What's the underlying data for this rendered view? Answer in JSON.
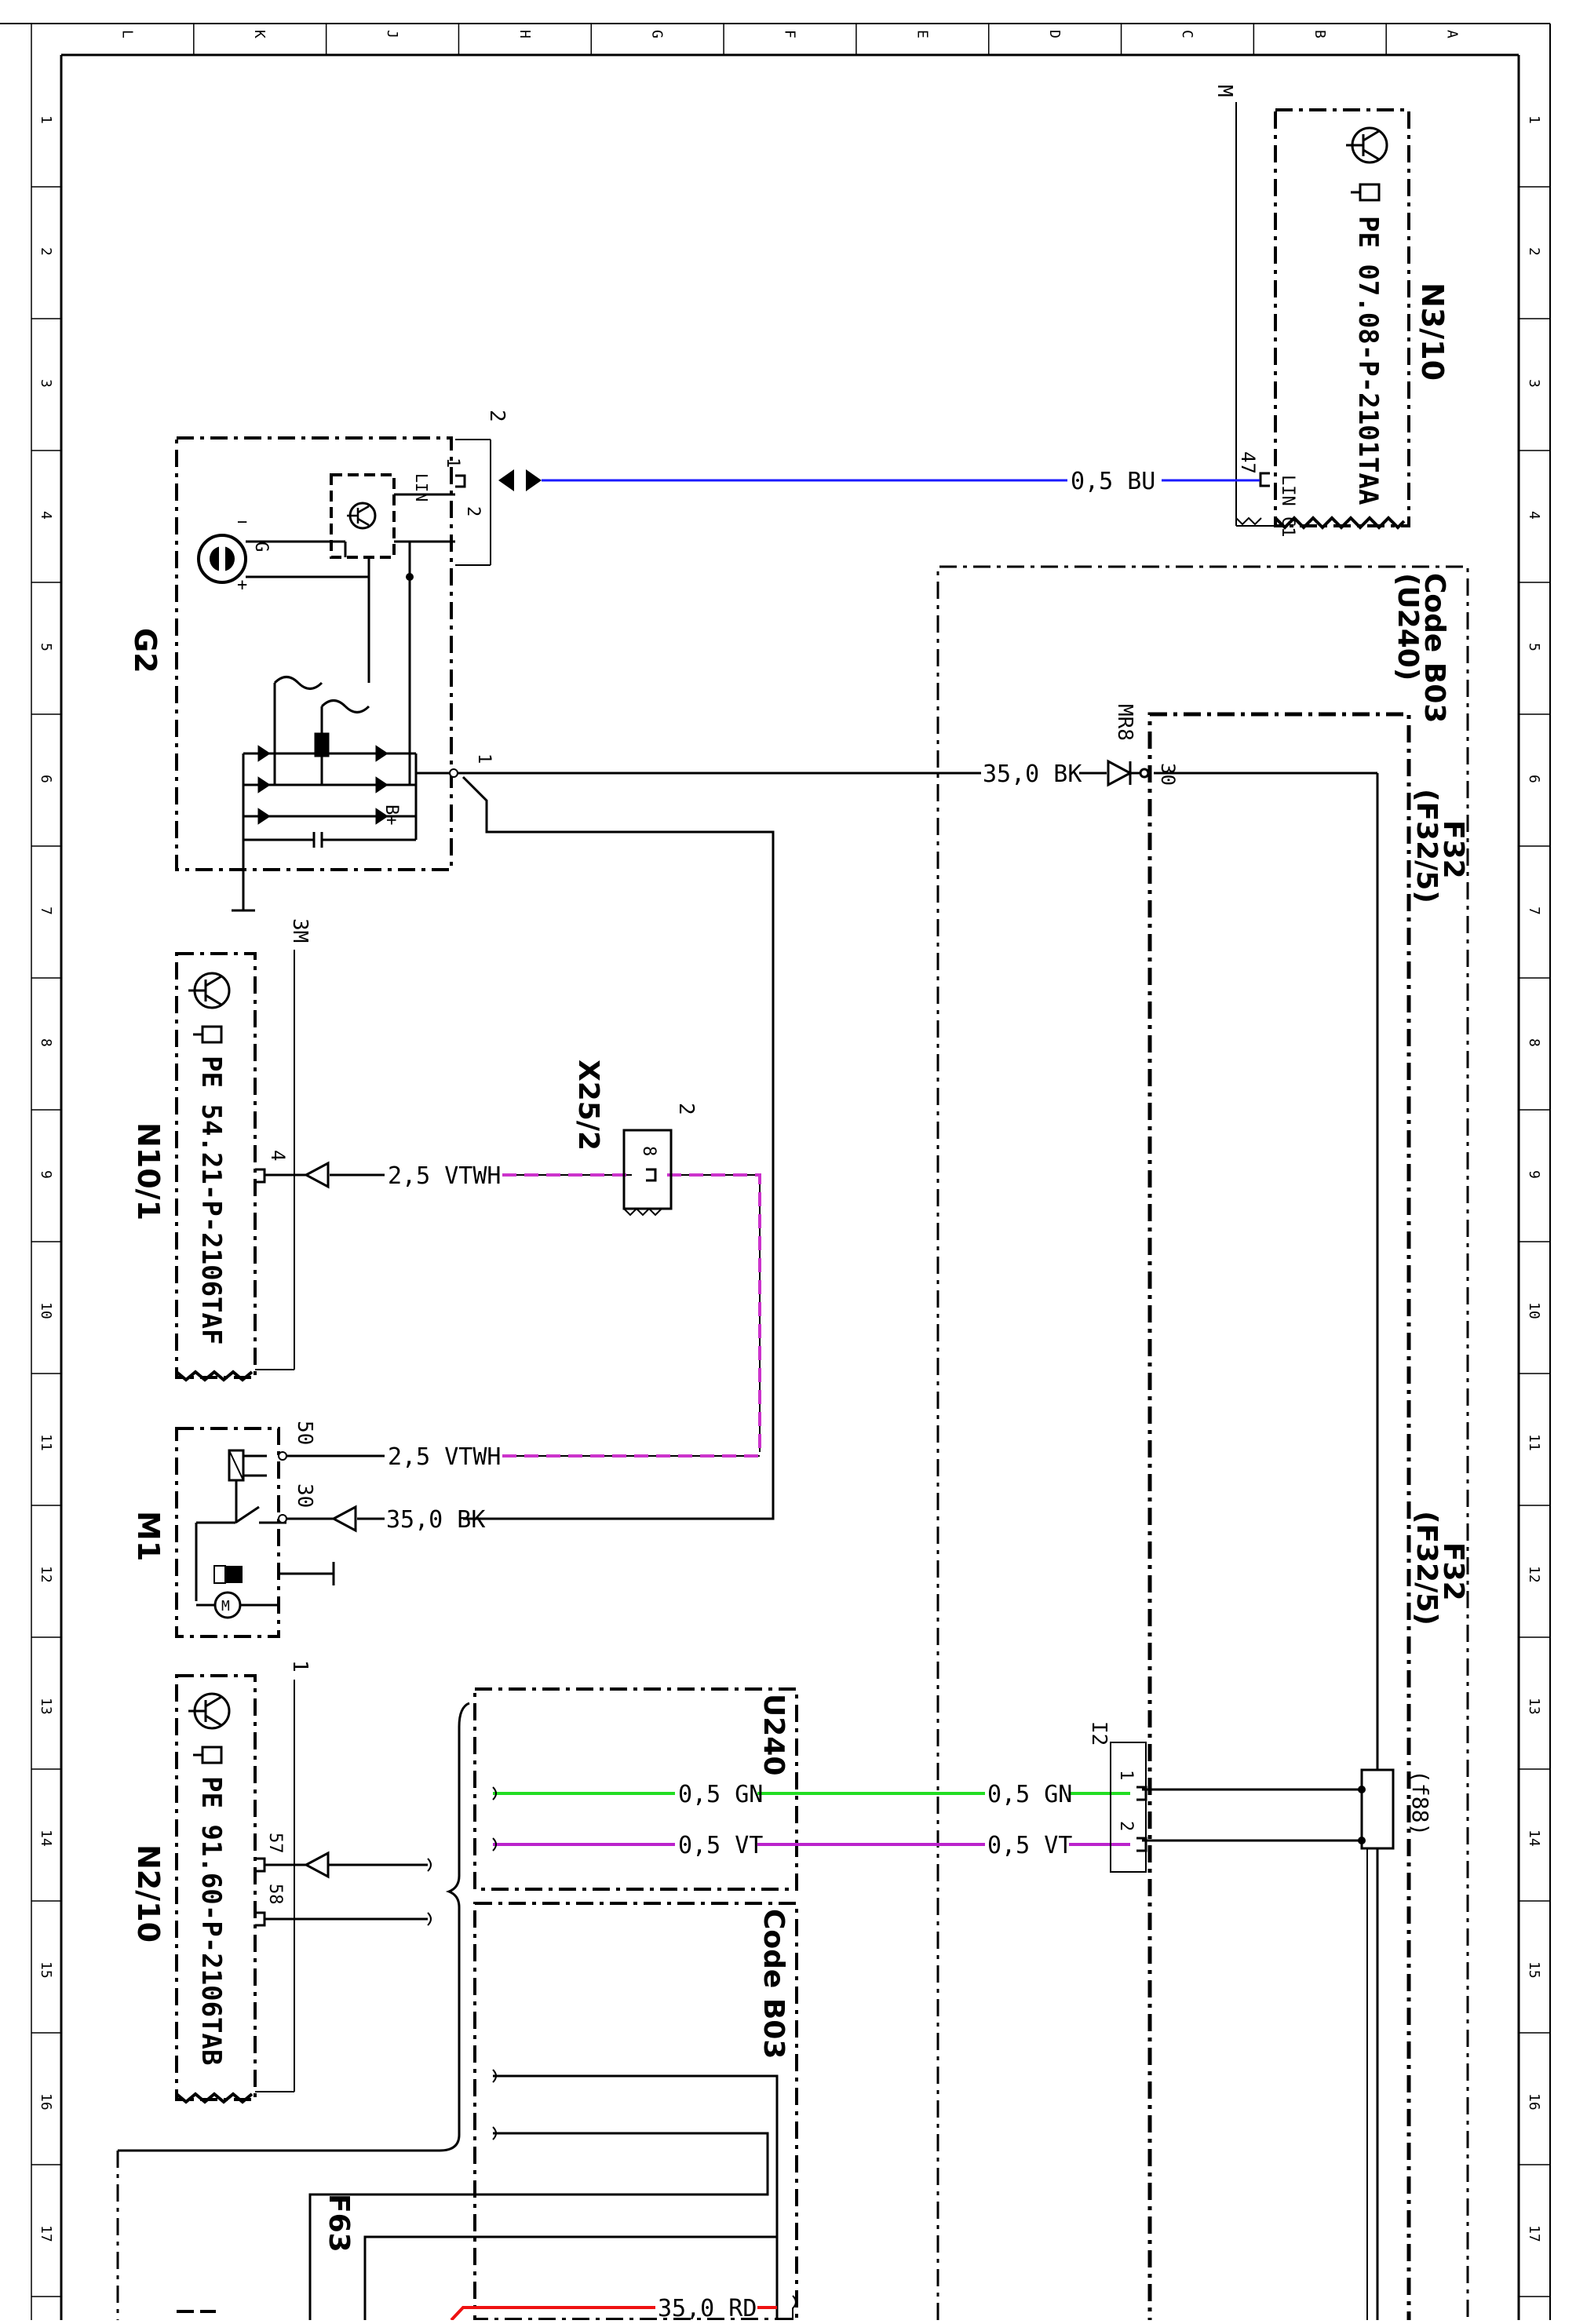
{
  "frame": {
    "columns": [
      "L",
      "K",
      "J",
      "H",
      "G",
      "F",
      "E",
      "D",
      "C",
      "B",
      "A"
    ],
    "rows": [
      "1",
      "2",
      "3",
      "4",
      "5",
      "6",
      "7",
      "8",
      "9",
      "10",
      "11",
      "12",
      "13",
      "14",
      "15",
      "16",
      "17"
    ]
  },
  "components": {
    "n3_10": {
      "name": "N3/10",
      "ref": "PE 07.08-P-2101TAA",
      "ground": "M",
      "pin": "47",
      "pin_label": "LIN C1"
    },
    "code_b03_top": {
      "name": "Code B03",
      "sub": "(U240)"
    },
    "g2": {
      "name": "G2",
      "pin_top": "2",
      "lin": "LIN",
      "pin1": "1",
      "pin2": "2",
      "pin_main": "1",
      "g_label": "G",
      "minus": "−",
      "plus": "+",
      "bplus": "B+"
    },
    "f32_a": {
      "name": "F32",
      "sub": "(F32/5)",
      "pin": "30",
      "conn": "MR8"
    },
    "f32_b": {
      "name": "F32",
      "sub": "(F32/5)",
      "fuse": "(f88)"
    },
    "n10_1": {
      "name": "N10/1",
      "ref": "PE 54.21-P-2106TAF",
      "ground": "3M",
      "pin": "4"
    },
    "x25_2": {
      "name": "X25/2",
      "pin_top": "2",
      "pin": "8"
    },
    "m1": {
      "name": "M1",
      "pin50": "50",
      "pin30": "30"
    },
    "n2_10": {
      "name": "N2/10",
      "ref": "PE 91.60-P-2106TAB",
      "ground": "1",
      "pin57": "57",
      "pin58": "58"
    },
    "u240": {
      "name": "U240"
    },
    "code_b03_bottom": {
      "name": "Code B03"
    },
    "i2": {
      "name": "I2",
      "pin1": "1",
      "pin2": "2"
    },
    "f63": {
      "name": "F63"
    }
  },
  "wires": {
    "lin_bus": {
      "label": "0,5 BU",
      "color": "#1a1aff"
    },
    "battery_main": {
      "label": "35,0 BK",
      "color": "#000000"
    },
    "vtwh_upper": {
      "label": "2,5 VTWH",
      "color": "#cc33cc"
    },
    "vtwh_lower": {
      "label": "2,5 VTWH",
      "color": "#cc33cc"
    },
    "starter_bk": {
      "label": "35,0 BK",
      "color": "#000000"
    },
    "gn_left": {
      "label": "0,5 GN",
      "color": "#22dd22"
    },
    "gn_right": {
      "label": "0,5 GN",
      "color": "#22dd22"
    },
    "vt_left": {
      "label": "0,5 VT",
      "color": "#bb22cc"
    },
    "vt_right": {
      "label": "0,5 VT",
      "color": "#bb22cc"
    },
    "rd_bottom": {
      "label": "35,0 RD",
      "color": "#ee1111"
    }
  }
}
